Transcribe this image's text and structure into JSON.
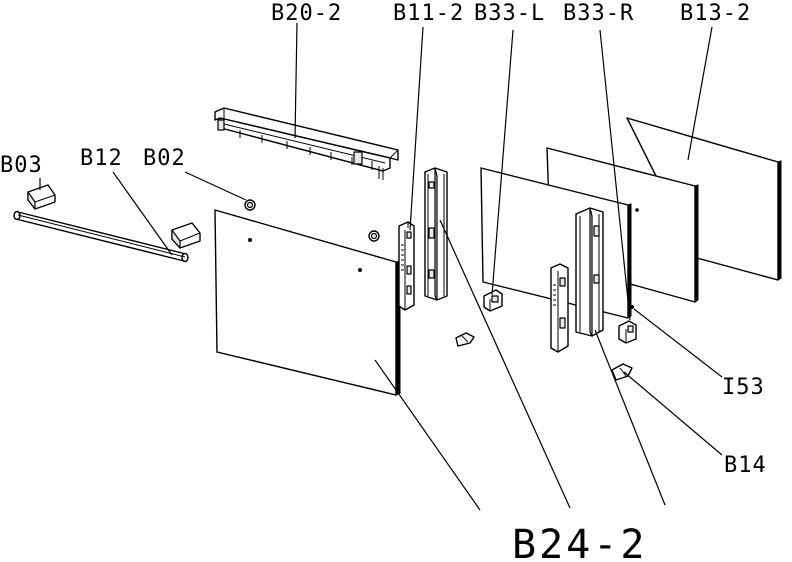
{
  "diagram": {
    "labels": {
      "b20_2": "B20-2",
      "b11_2": "B11-2",
      "b33_l": "B33-L",
      "b33_r": "B33-R",
      "b13_2": "B13-2",
      "b03": "B03",
      "b12": "B12",
      "b02": "B02",
      "i53": "I53",
      "b14": "B14",
      "b24_2": "B24-2"
    }
  }
}
